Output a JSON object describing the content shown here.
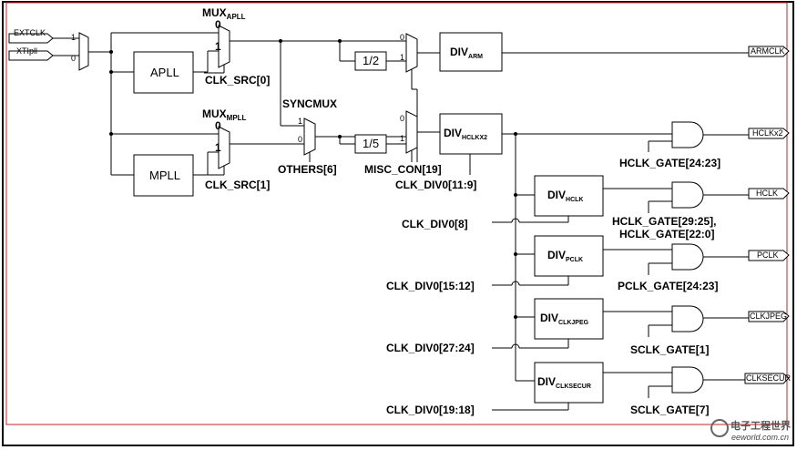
{
  "inputs": {
    "extclk": "EXTCLK",
    "xtipll": "XTIpll"
  },
  "mux_in": {
    "bit1": "1",
    "bit0": "0"
  },
  "mux_apll": {
    "label": "MUX",
    "sub": "APLL",
    "bit0": "0",
    "bit1": "1"
  },
  "apll": {
    "label": "APLL"
  },
  "clk_src0": "CLK_SRC[0]",
  "mux_mpll": {
    "label": "MUX",
    "sub": "MPLL",
    "bit0": "0",
    "bit1": "1"
  },
  "mpll": {
    "label": "MPLL"
  },
  "clk_src1": "CLK_SRC[1]",
  "syncmux": {
    "label": "SYNCMUX",
    "bit1": "1",
    "bit0": "0"
  },
  "others6": "OTHERS[6]",
  "mux_arm": {
    "bit0": "0",
    "bit1": "1"
  },
  "mux_hclkx2": {
    "bit0": "0",
    "bit1": "1"
  },
  "misc_con19": "MISC_CON[19]",
  "div_half": "1/2",
  "div_fifth": "1/5",
  "div_arm": {
    "label": "DIV",
    "sub": "ARM"
  },
  "div_hclkx2": {
    "label": "DIV",
    "sub": "HCLKX2"
  },
  "div_hclk": {
    "label": "DIV",
    "sub": "HCLK"
  },
  "div_pclk": {
    "label": "DIV",
    "sub": "PCLK"
  },
  "div_clkjpeg": {
    "label": "DIV",
    "sub": "CLKJPEG"
  },
  "div_clksecur": {
    "label": "DIV",
    "sub": "CLKSECUR"
  },
  "clk_div0_11_9": "CLK_DIV0[11:9]",
  "clk_div0_8": "CLK_DIV0[8]",
  "clk_div0_15_12": "CLK_DIV0[15:12]",
  "clk_div0_27_24": "CLK_DIV0[27:24]",
  "clk_div0_19_18": "CLK_DIV0[19:18]",
  "gates": {
    "hclk_gate_24_23": "HCLK_GATE[24:23]",
    "hclk_gate_29_25": "HCLK_GATE[29:25],",
    "hclk_gate_22_0": "HCLK_GATE[22:0]",
    "pclk_gate_24_23": "PCLK_GATE[24:23]",
    "sclk_gate_1": "SCLK_GATE[1]",
    "sclk_gate_7": "SCLK_GATE[7]"
  },
  "outputs": {
    "armclk": "ARMCLK",
    "hclkx2": "HCLKx2",
    "hclk": "HCLK",
    "pclk": "PCLK",
    "clkjpeg": "CLKJPEG",
    "clksecur": "CLKSECUR"
  },
  "watermark": {
    "cn": "电子工程世界",
    "url": "eeworld.com.cn"
  },
  "colors": {
    "line": "#000000",
    "frame_red": "#d02020",
    "watermark": "#555555"
  }
}
